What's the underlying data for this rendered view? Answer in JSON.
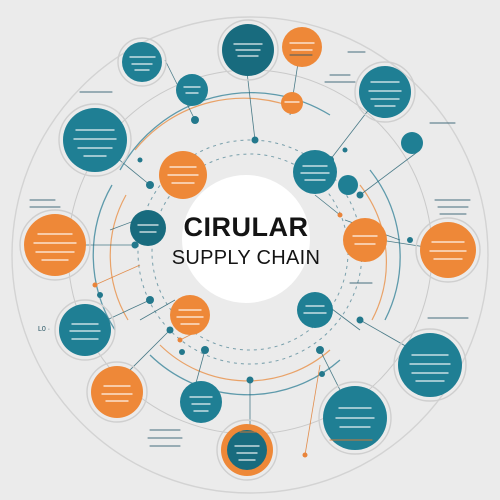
{
  "diagram": {
    "title_line1": "CIRULAR",
    "title_line2": "SUPPLY CHAIN",
    "side_label": "L0 ·",
    "colors": {
      "teal": "#1f7f94",
      "orange": "#ee8838",
      "background": "#ebebeb",
      "center": "#ffffff"
    }
  }
}
